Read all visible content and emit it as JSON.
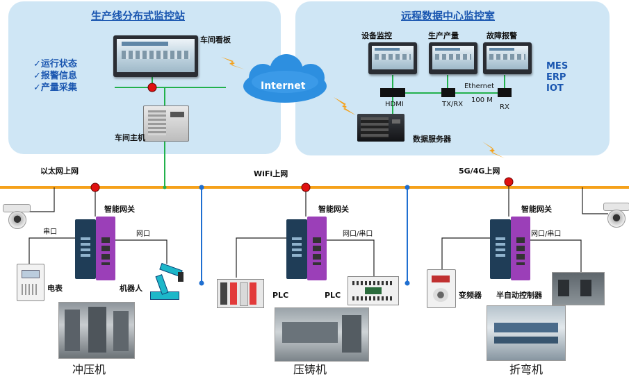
{
  "left_panel": {
    "title": "生产线分布式监控站",
    "checklist": [
      "✓运行状态",
      "✓报警信息",
      "✓产量采集"
    ],
    "board_label": "车间看板",
    "host_label": "车间主机"
  },
  "right_panel": {
    "title": "远程数据中心监控室",
    "monitors": [
      "设备监控",
      "生产产量",
      "故障报警"
    ],
    "systems": [
      "MES",
      "ERP",
      "IOT"
    ],
    "hdmi": "HDMI",
    "txrx": "TX/RX",
    "ethernet": "Ethernet",
    "speed": "100 M",
    "rx": "RX",
    "server_label": "数据服务器"
  },
  "internet": "Internet",
  "uplinks": {
    "ethernet": "以太网上网",
    "wifi": "WiFi上网",
    "cellular": "5G/4G上网"
  },
  "gateway_label": "智能网关",
  "stations": [
    {
      "port_a": "串口",
      "port_b": "网口",
      "device_a": "电表",
      "device_b": "机器人",
      "machine": "冲压机"
    },
    {
      "port_b": "网口/串口",
      "device_a": "PLC",
      "device_b": "PLC",
      "machine": "压铸机"
    },
    {
      "port_b": "网口/串口",
      "device_a": "变频器",
      "device_b": "半自动控制器",
      "machine": "折弯机"
    }
  ],
  "colors": {
    "bus": "#f5a11a",
    "panel": "#cfe6f5",
    "green_link": "#22b14c",
    "title_blue": "#1a56b0",
    "junction_red": "#e01010",
    "junction_blue": "#1f6fd1",
    "gateway_purple": "#9b3fb8",
    "gateway_dark": "#1f3d57"
  }
}
